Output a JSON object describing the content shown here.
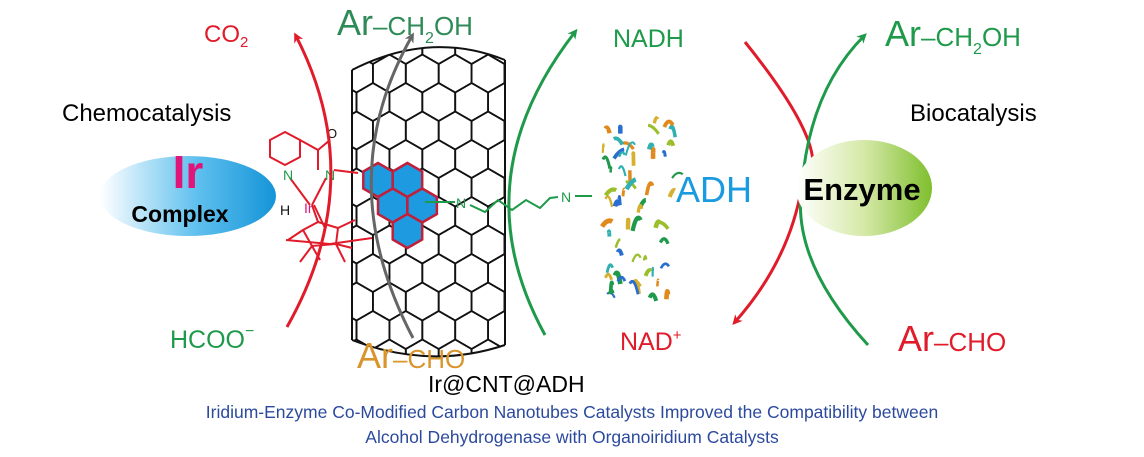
{
  "colors": {
    "red": "#e01b2a",
    "green": "#1e9a4a",
    "dark_green": "#2e8b57",
    "gray": "#666666",
    "orange": "#d9952c",
    "magenta": "#e0157a",
    "blue": "#1a9be0",
    "caption": "#2b4a9e",
    "enzyme_green": "#8cc63f"
  },
  "left": {
    "co2": {
      "main": "CO",
      "sub": "2"
    },
    "product": {
      "ar": "Ar",
      "dash": "–",
      "ch": "CH",
      "sub": "2",
      "oh": "OH"
    },
    "chemocatalysis": "Chemocatalysis",
    "ir_complex": {
      "ir": "Ir",
      "complex": "Complex"
    },
    "hcoo": {
      "main": "HCOO",
      "sup": "−"
    },
    "substrate": {
      "ar": "Ar",
      "dash": "–",
      "cho": "CHO"
    },
    "molecule_atoms": {
      "o": "O",
      "n1": "N",
      "n2": "N",
      "h": "H",
      "ir": "Ir",
      "linker_n1": "N",
      "linker_n2": "N"
    }
  },
  "center": {
    "adh": "ADH",
    "nadh": "NADH",
    "nad": {
      "main": "NAD",
      "sup": "+"
    },
    "material": "Ir@CNT@ADH"
  },
  "right": {
    "product": {
      "ar": "Ar",
      "dash": "–",
      "ch": "CH",
      "sub": "2",
      "oh": "OH"
    },
    "biocatalysis": "Biocatalysis",
    "enzyme": "Enzyme",
    "substrate": {
      "ar": "Ar",
      "dash": "–",
      "cho": "CHO"
    }
  },
  "caption": {
    "line1": "Iridium-Enzyme Co-Modified Carbon Nanotubes Catalysts Improved the Compatibility between",
    "line2": "Alcohol Dehydrogenase with Organoiridium Catalysts"
  }
}
